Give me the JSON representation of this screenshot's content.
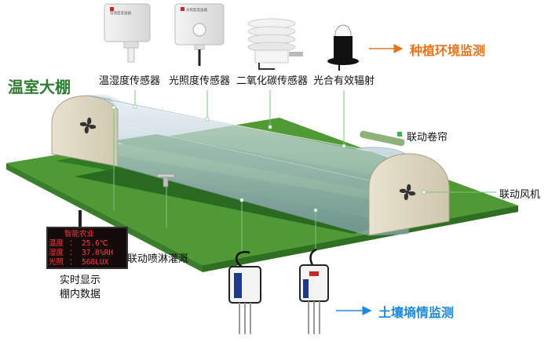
{
  "title": "温室大棚",
  "sensors": [
    {
      "label": "温湿度传感器",
      "device_text": "温湿度变送器"
    },
    {
      "label": "光照度传感器",
      "device_text": "光照度变送器"
    },
    {
      "label": "二氧化碳传感器"
    },
    {
      "label": "光合有效辐射"
    }
  ],
  "planting_monitor": "种植环境监测",
  "soil_monitor": "土壤墒情监测",
  "linkage": {
    "curtain": "联动卷帘",
    "fan": "联动风机",
    "sprinkler": "联动喷淋灌溉"
  },
  "display": {
    "title": "智能农业",
    "rows": [
      {
        "name": "温度",
        "sep": "：",
        "value": "25.6℃"
      },
      {
        "name": "湿度",
        "sep": "：",
        "value": "37.8%RH"
      },
      {
        "name": "光照",
        "sep": "：",
        "value": "568LUX"
      }
    ],
    "caption_line1": "实时显示",
    "caption_line2": "棚内数据"
  },
  "colors": {
    "accent_orange": "#e8731a",
    "accent_blue": "#1e88d8",
    "title_green": "#2e7d32",
    "ground_green": "#3e8e2c",
    "led_red": "#ff3b3b"
  }
}
